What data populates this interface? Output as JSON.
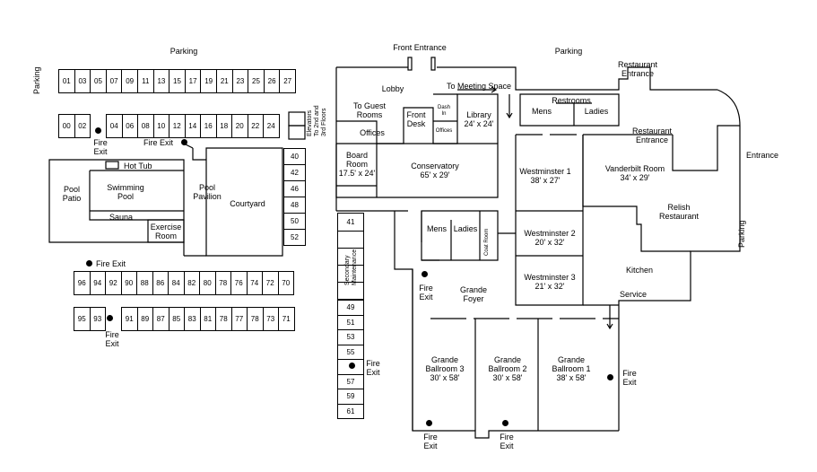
{
  "labels": {
    "parking_top_left": "Parking",
    "parking_left": "Parking",
    "parking_top_right": "Parking",
    "parking_right": "Parking",
    "front_entrance": "Front Entrance",
    "restaurant_entrance_top": "Restaurant\nEntrance",
    "restaurant_entrance_mid": "Restaurant\nEntrance",
    "entrance": "Entrance",
    "lobby": "Lobby",
    "elevators": "Elevators\nTo 2nd and\n3rd Floors",
    "to_guest_rooms": "To Guest\nRooms",
    "offices": "Offices",
    "front_desk": "Front\nDesk",
    "dash_in": "Dash\nIn",
    "offices_small": "Offices",
    "to_meeting_space": "To Meeting Space",
    "library": "Library\n24' x 24'",
    "restrooms": "Restrooms",
    "mens_top": "Mens",
    "ladies_top": "Ladies",
    "board_room": "Board\nRoom\n17.5' x 24'",
    "conservatory": "Conservatory\n65' x 29'",
    "westminster1": "Westminster 1\n38' x 27'",
    "vanderbilt": "Vanderbilt Room\n34' x 29'",
    "relish": "Relish\nRestaurant",
    "westminster2": "Westminster 2\n20' x 32'",
    "westminster3": "Westminster 3\n21' x 32'",
    "kitchen": "Kitchen",
    "service": "Service",
    "mens_mid": "Mens",
    "ladies_mid": "Ladies",
    "coat_room": "Coat Room",
    "grande_foyer": "Grande\nFoyer",
    "ballroom3": "Grande\nBallroom 3\n30' x 58'",
    "ballroom2": "Grande\nBallroom 2\n30' x 58'",
    "ballroom1": "Grande\nBallroom 1\n38' x 58'",
    "secondary_maintenance": "Secondary\nMaintenance",
    "courtyard": "Courtyard",
    "pool_patio": "Pool\nPatio",
    "swimming_pool": "Swimming\nPool",
    "pool_pavilion": "Pool\nPavilion",
    "hot_tub": "Hot Tub",
    "sauna": "Sauna",
    "exercise_room": "Exercise\nRoom",
    "fire_exit": "Fire Exit",
    "fire_exit_2line": "Fire\nExit"
  },
  "rooms": {
    "row1": [
      "01",
      "03",
      "05",
      "07",
      "09",
      "11",
      "13",
      "15",
      "17",
      "19",
      "21",
      "23",
      "25",
      "26",
      "27"
    ],
    "row2a": [
      "00",
      "02"
    ],
    "row2b": [
      "04",
      "06",
      "08",
      "10",
      "12",
      "14",
      "16",
      "18",
      "20",
      "22",
      "24"
    ],
    "courtyard_col": [
      "40",
      "42",
      "46",
      "48",
      "50",
      "52"
    ],
    "row3": [
      "96",
      "94",
      "92",
      "90",
      "88",
      "86",
      "84",
      "82",
      "80",
      "78",
      "76",
      "74",
      "72",
      "70"
    ],
    "row4a": [
      "95",
      "93"
    ],
    "row4b": [
      "91",
      "89",
      "87",
      "85",
      "83",
      "81",
      "78",
      "77",
      "78",
      "73",
      "71"
    ],
    "center_col_top": [
      "41"
    ],
    "center_col_bottom": [
      "49",
      "51",
      "53",
      "55",
      "",
      "57",
      "59",
      "61"
    ]
  }
}
